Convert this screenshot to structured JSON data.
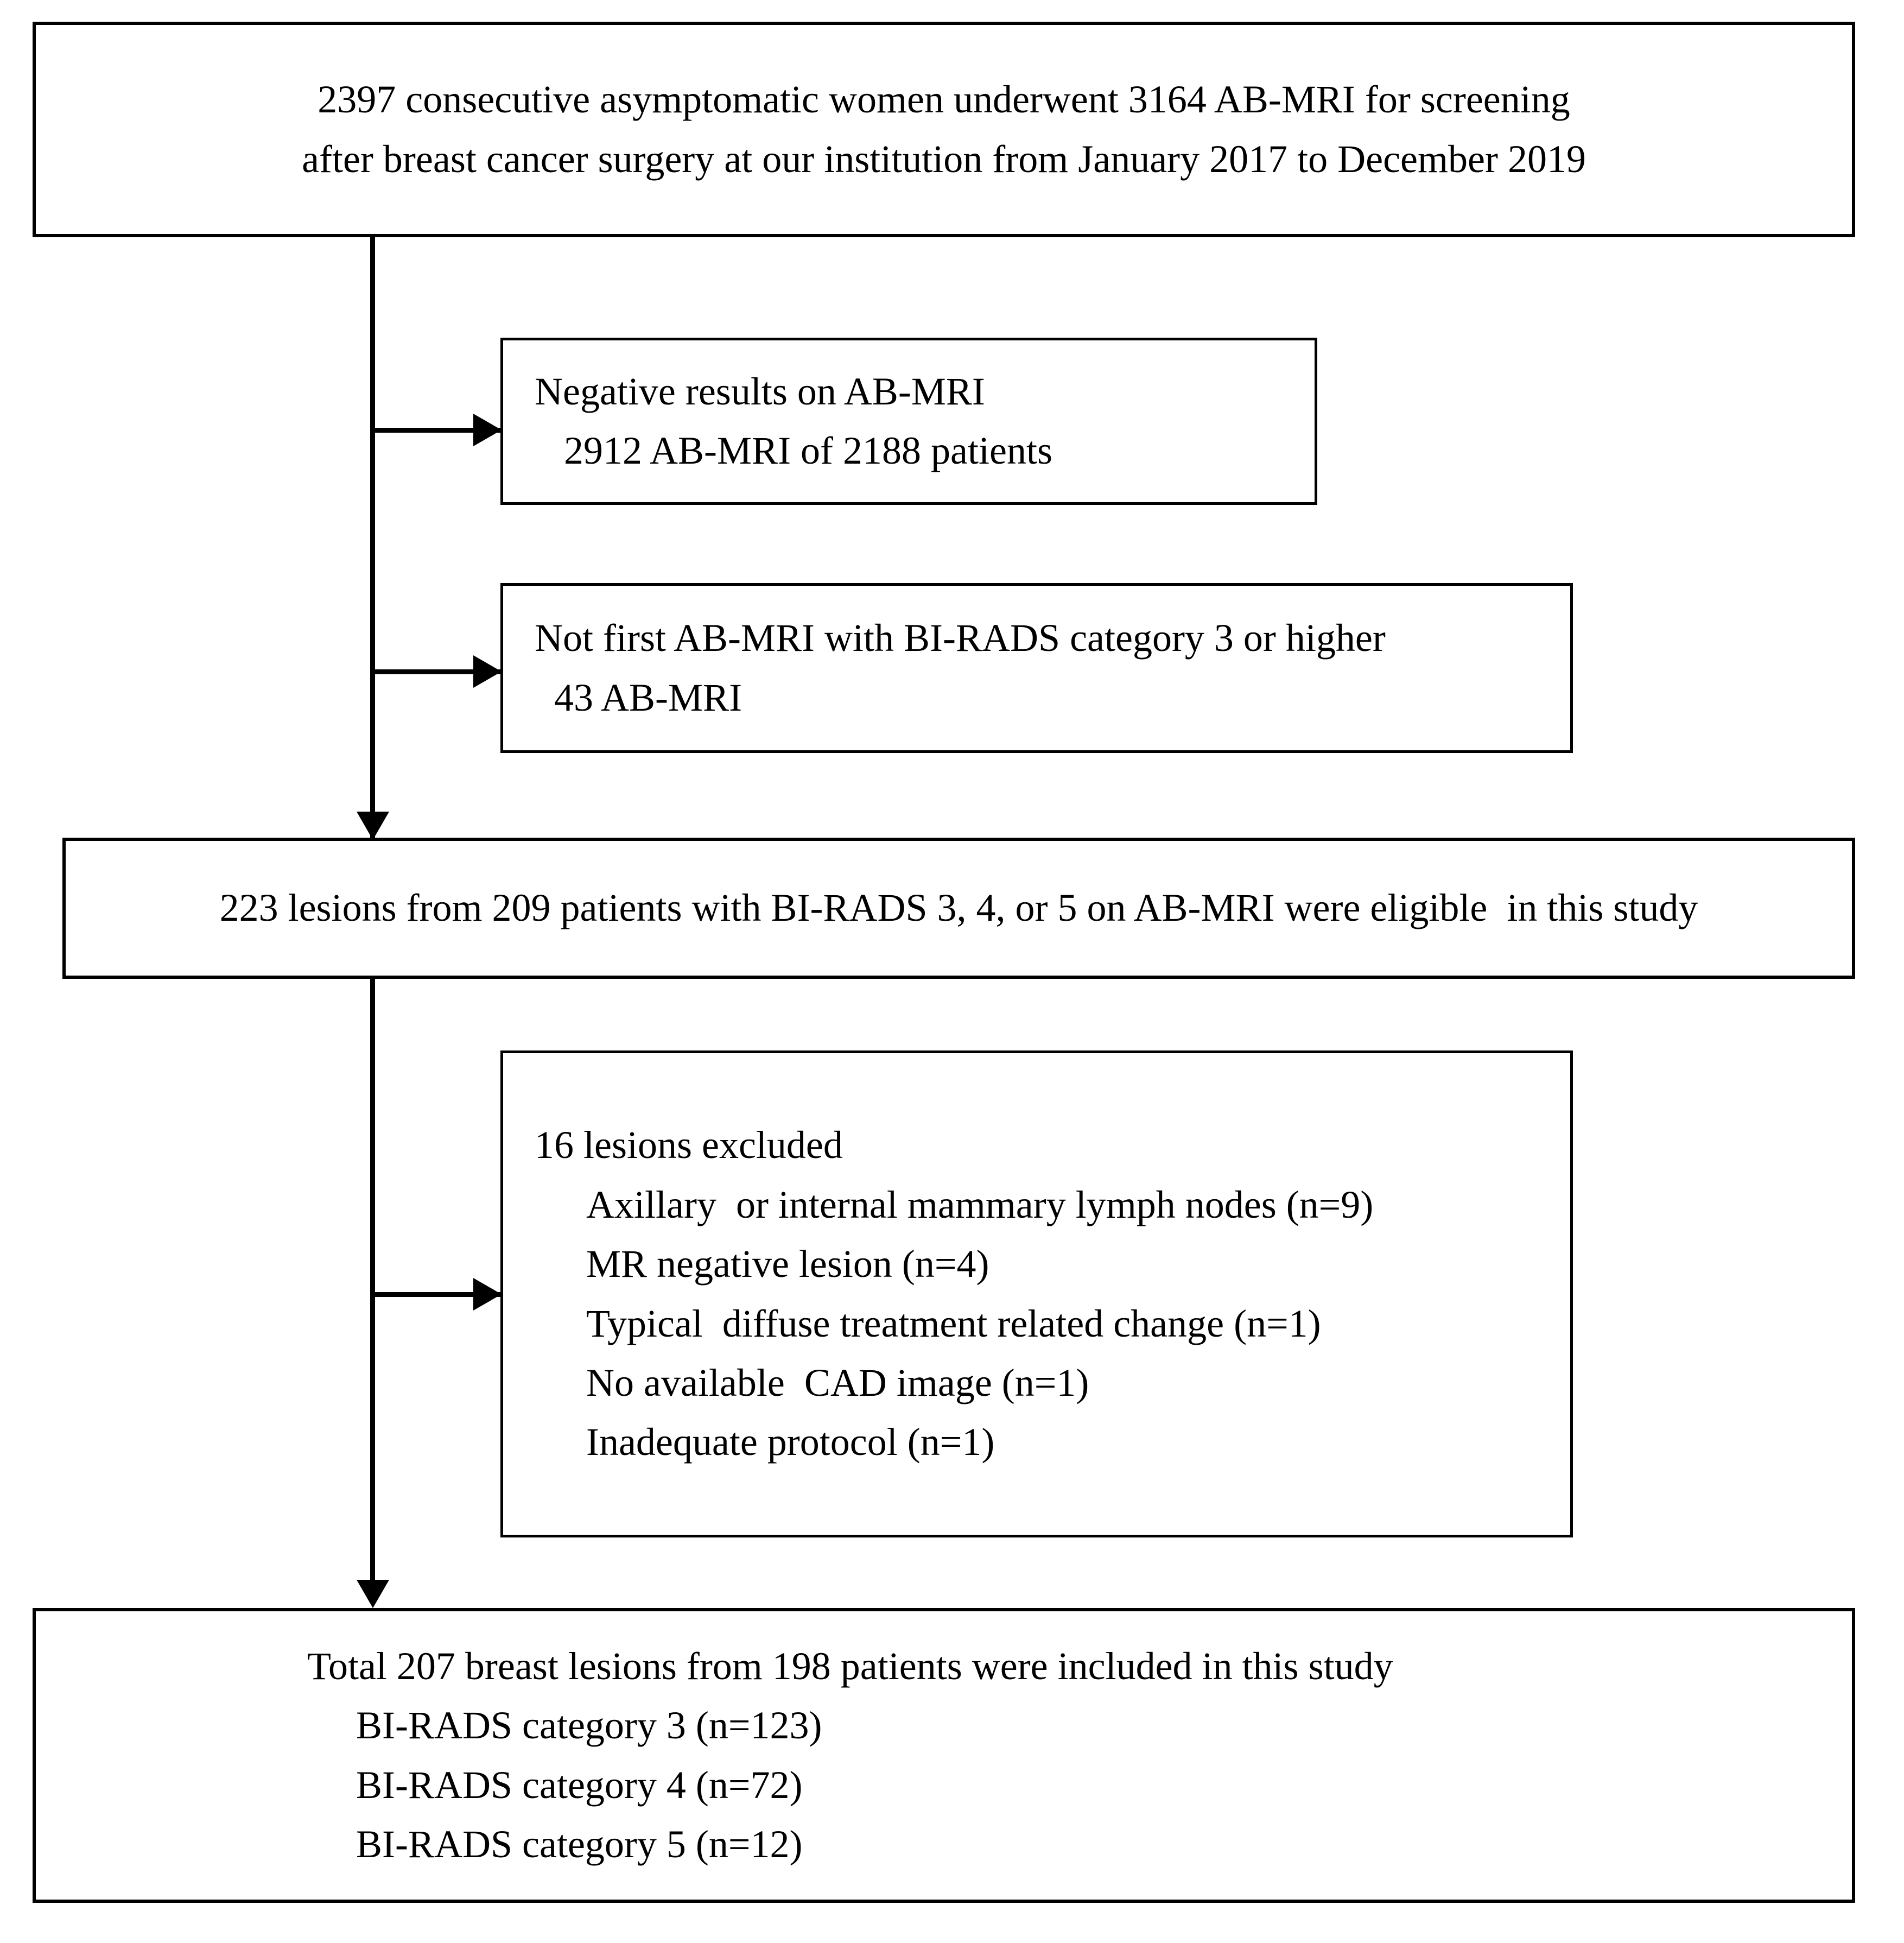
{
  "diagram": {
    "title": "Study population flow diagram",
    "type": "flowchart",
    "stroke_color": "#000000",
    "background_color": "#ffffff"
  },
  "boxes": {
    "cohort": {
      "name": "cohort-box",
      "lines": [
        "2397 consecutive asymptomatic women underwent 3164 AB-MRI for screening",
        "after breast cancer surgery at our institution from January 2017 to December 2019"
      ]
    },
    "negative": {
      "name": "negative-results-box",
      "lines": [
        "Negative results on AB-MRI",
        "   2912 AB-MRI of 2188 patients"
      ]
    },
    "notfirst": {
      "name": "not-first-abmri-box",
      "lines": [
        "Not first AB-MRI with BI-RADS category 3 or higher",
        "  43 AB-MRI"
      ]
    },
    "eligible": {
      "name": "eligible-lesions-box",
      "lines": [
        "223 lesions from 209 patients with BI-RADS 3, 4, or 5 on AB-MRI were eligible  in this study"
      ]
    },
    "excluded": {
      "name": "excluded-lesions-box",
      "heading": "16 lesions excluded",
      "items": [
        "Axillary  or internal mammary lymph nodes (n=9)",
        "MR negative lesion (n=4)",
        "Typical  diffuse treatment related change (n=1)",
        "No available  CAD image (n=1)",
        "Inadequate protocol (n=1)"
      ]
    },
    "final": {
      "name": "final-included-box",
      "heading": "Total 207 breast lesions from 198 patients were included in this study",
      "items": [
        "BI-RADS category 3 (n=123)",
        "BI-RADS category 4 (n=72)",
        "BI-RADS category 5 (n=12)"
      ]
    }
  },
  "connectors": {
    "spine": "vertical-trunk",
    "branch_negative": "branch-to-negative-results",
    "branch_notfirst": "branch-to-not-first-abmri",
    "branch_excluded": "branch-to-excluded-lesions",
    "arrow_eligible": "arrow-into-eligible-box",
    "arrow_final": "arrow-into-final-box"
  }
}
